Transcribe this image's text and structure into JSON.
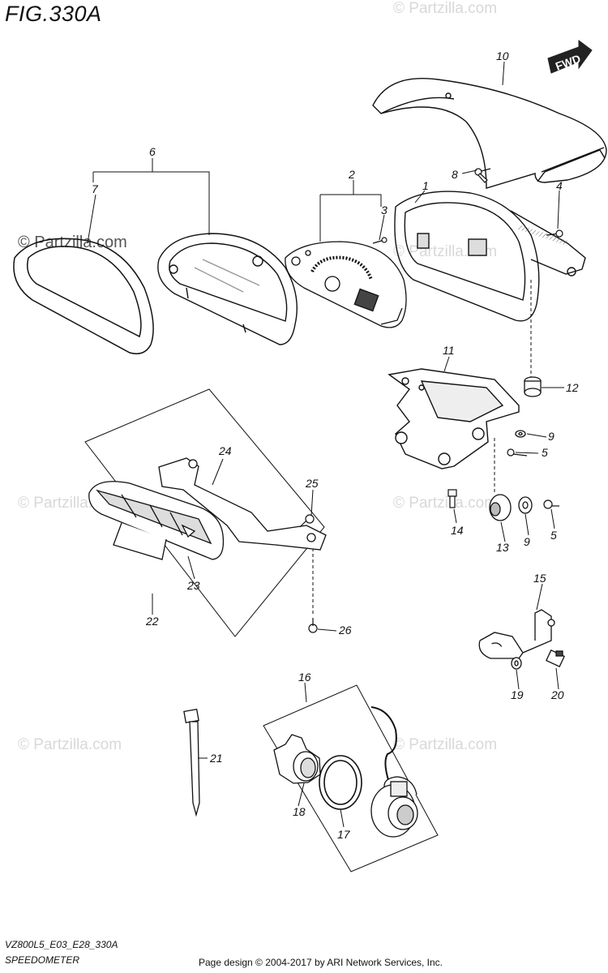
{
  "figure": {
    "title": "FIG.330A",
    "code": "VZ800L5_E03_E28_330A",
    "section": "SPEEDOMETER",
    "credit": "Page design © 2004-2017 by ARI Network Services, Inc.",
    "fwd_label": "FWD"
  },
  "watermarks": [
    "© Partzilla.com",
    "© Partzilla.com",
    "© Partzilla.com",
    "© Partzilla.com",
    "© Partzilla.com",
    "© Partzilla.com",
    "© Partzilla.com"
  ],
  "callouts": [
    "1",
    "2",
    "3",
    "4",
    "5",
    "5",
    "6",
    "7",
    "8",
    "9",
    "9",
    "10",
    "11",
    "12",
    "13",
    "14",
    "15",
    "16",
    "17",
    "18",
    "19",
    "20",
    "21",
    "22",
    "23",
    "24",
    "25",
    "26"
  ]
}
